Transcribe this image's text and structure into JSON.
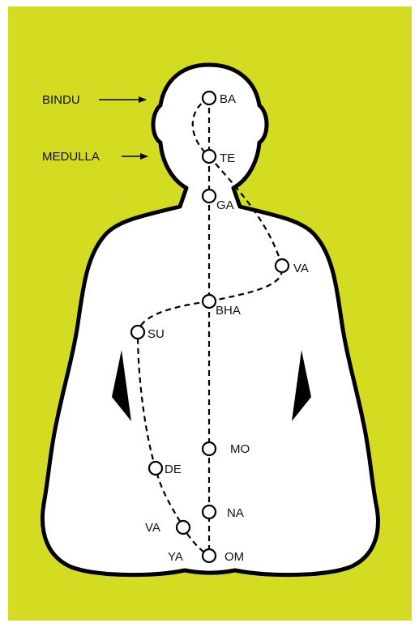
{
  "colors": {
    "background": "#d4dc22",
    "figure_fill": "#ffffff",
    "outline": "#000000",
    "text": "#111111"
  },
  "pointers": {
    "bindu": "BINDU",
    "medulla": "MEDULLA"
  },
  "points": {
    "ba": "BA",
    "te": "TE",
    "ga": "GA",
    "va_right": "VA",
    "bha": "BHA",
    "su": "SU",
    "mo": "MO",
    "de": "DE",
    "na": "NA",
    "va_left": "VA",
    "ya": "YA",
    "om": "OM"
  }
}
